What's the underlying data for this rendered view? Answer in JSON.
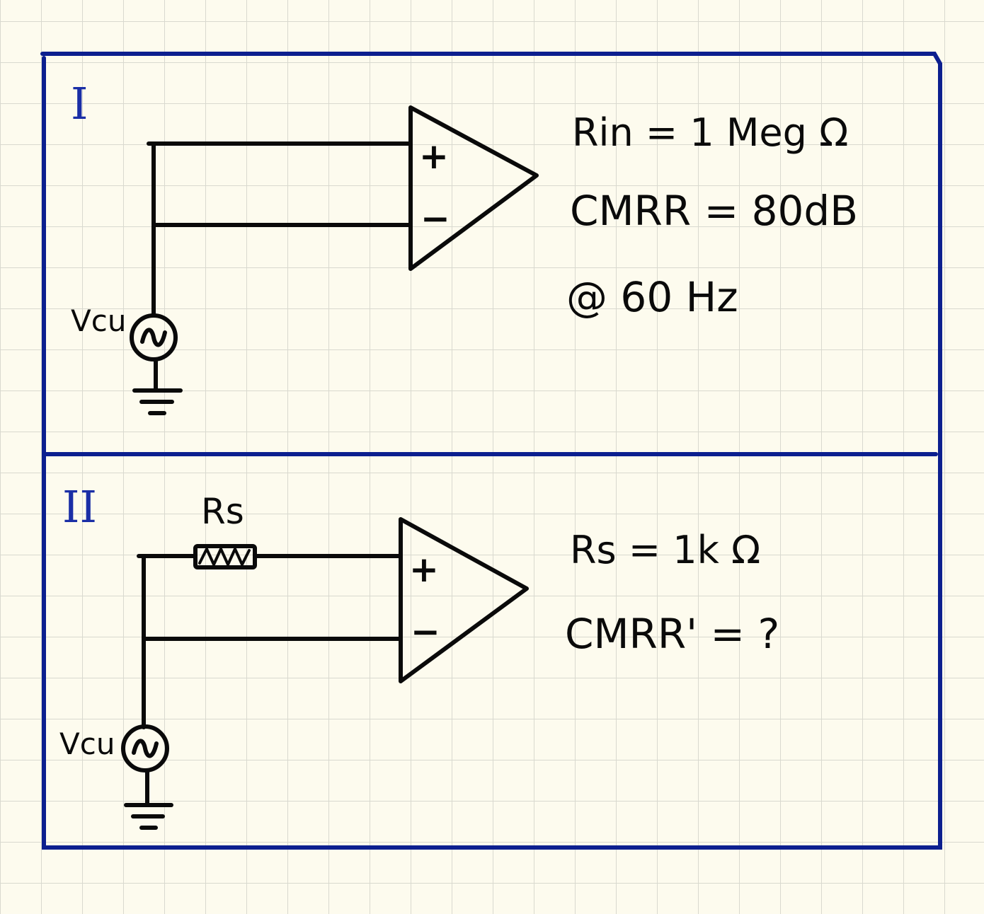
{
  "colors": {
    "ink": "#0a0a0a",
    "frame": "#0c1f8f",
    "numeral": "#1a2ea6",
    "paper": "#fdfbee"
  },
  "part1": {
    "numeral": "I",
    "source_label": "Vcu",
    "plus": "+",
    "minus": "−",
    "specs": [
      "Rin = 1 Meg Ω",
      "CMRR = 80dB",
      "@ 60 Hz"
    ]
  },
  "part2": {
    "numeral": "II",
    "resistor_label": "Rs",
    "source_label": "Vcu",
    "plus": "+",
    "minus": "−",
    "specs": [
      "Rs = 1k Ω",
      "CMRR' = ?"
    ]
  }
}
